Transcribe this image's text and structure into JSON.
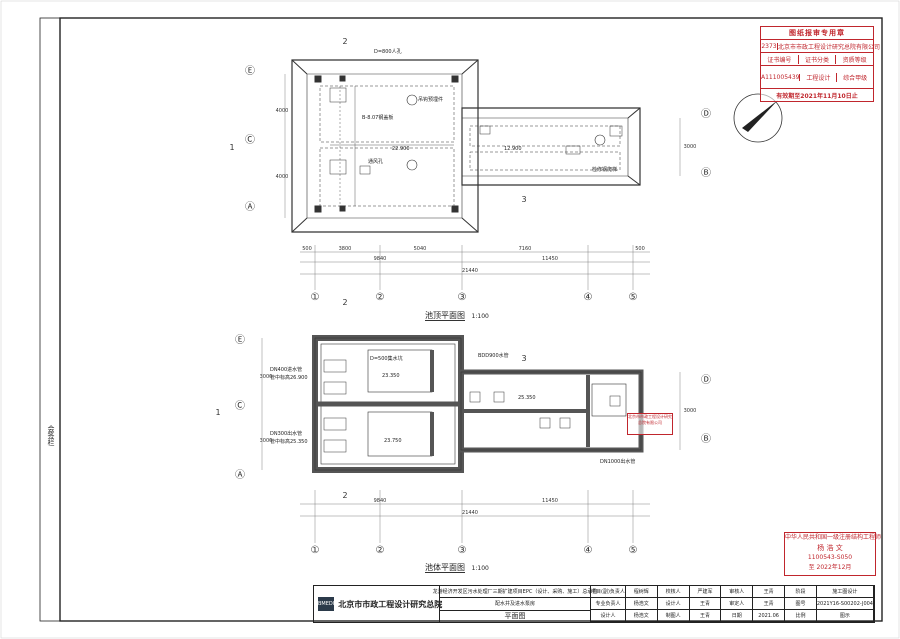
{
  "plans": {
    "upper_title": "池顶平面图",
    "upper_scale": "1:100",
    "lower_title": "池体平面图",
    "lower_scale": "1:100"
  },
  "grid": {
    "cols": [
      "①",
      "②",
      "③",
      "④",
      "⑤"
    ],
    "rows": [
      "Ⓔ",
      "Ⓒ",
      "Ⓐ",
      "Ⓓ",
      "Ⓑ"
    ],
    "section_marks": [
      "1",
      "2",
      "3"
    ]
  },
  "dims_upper": {
    "row1": [
      "500",
      "3800",
      "5040",
      "7160",
      "500"
    ],
    "row2": [
      "9840",
      "11450"
    ],
    "row3": "21440",
    "left": [
      "4000",
      "4000"
    ],
    "right": "3000"
  },
  "dims_lower": {
    "row1": [
      "9840",
      "11450"
    ],
    "row2": "21440",
    "left": [
      "3000",
      "3000"
    ],
    "right": "3000"
  },
  "annotations_upper": [
    "D=800人孔",
    "吊钩预埋件",
    "B-8.07钢盖板",
    "通风孔",
    "22.900",
    "12.900",
    "检修钢爬梯"
  ],
  "annotations_lower": [
    "DN400进水管",
    "管中标高26.900",
    "D=500集水坑",
    "23.750",
    "23.350",
    "BDD900水管",
    "DN300出水管",
    "管中标高25.350",
    "25.350",
    "DN1000出水管"
  ],
  "stamp_review": {
    "title": "图纸报审专用章",
    "no": "2373",
    "org": "北京市市政工程设计研究总院有限公司",
    "h1": "证书编号",
    "h2": "证书分类",
    "h3": "资质等级",
    "cert_no": "A111005439",
    "cert_type": "工程设计",
    "grade": "综合甲级",
    "valid": "有效期至2021年11月10日止"
  },
  "stamp_reg": {
    "line1": "中华人民共和国一级注册结构工程师",
    "line2": "杨 浩 文",
    "line3": "1100543-S050",
    "line4": "至 2022年12月"
  },
  "stamp_small": {
    "text": "北京市市政工程设计研究总院有限公司"
  },
  "title_block": {
    "company": "北京市市政工程设计研究总院",
    "logo": "BMEDI",
    "project": "龙游经济开发区污水处理厂三期扩建项目EPC（设计、采购、施工）总承包",
    "subproject": "配水井及进水泵房",
    "drawing": "平面图",
    "cells": [
      "项目(副)负责人",
      "程树辉",
      "校核人",
      "严建军",
      "审核人",
      "王青",
      "阶段",
      "施工图设计",
      "专业负责人",
      "杨浩文",
      "设计人",
      "王青",
      "审定人",
      "王青",
      "图号",
      "2021Y16-S00202-J004",
      "设计人",
      "杨浩文",
      "制图人",
      "王青",
      "日期",
      "2021.06",
      "比例",
      "图示"
    ]
  },
  "side": {
    "label": "会签栏"
  }
}
